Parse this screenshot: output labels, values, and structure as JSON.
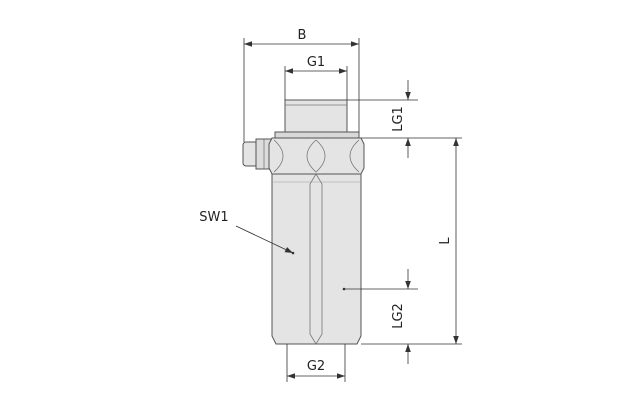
{
  "labels": {
    "B": "B",
    "G1": "G1",
    "LG1": "LG1",
    "SW1": "SW1",
    "L": "L",
    "LG2": "LG2",
    "G2": "G2"
  },
  "colors": {
    "body_fill": "#e4e4e4",
    "stroke": "#555555",
    "dim_line": "#333333",
    "text": "#222222"
  }
}
